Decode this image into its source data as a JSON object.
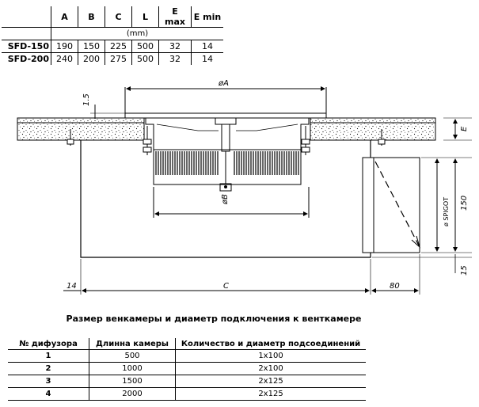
{
  "dimensions_table": {
    "headers": [
      "A",
      "B",
      "C",
      "L",
      "E max",
      "E min"
    ],
    "unit": "(mm)",
    "rows": [
      {
        "model": "SFD-150",
        "values": [
          "190",
          "150",
          "225",
          "500",
          "32",
          "14"
        ]
      },
      {
        "model": "SFD-200",
        "values": [
          "240",
          "200",
          "275",
          "500",
          "32",
          "14"
        ]
      }
    ]
  },
  "drawing": {
    "labels": {
      "thickness": "1.5",
      "diameter_a": "øA",
      "diameter_b": "øB",
      "dim_e": "E",
      "dim_150": "150",
      "spigot": "ø SPIGOT",
      "dim_14": "14",
      "dim_c": "C",
      "dim_80": "80",
      "dim_15": "15"
    }
  },
  "caption": "Размер венкамеры и диаметр подключения к венткамере",
  "plenum_table": {
    "headers": [
      "№ дифузора",
      "Длинна камеры",
      "Количество и диаметр подсоединений"
    ],
    "rows": [
      [
        "1",
        "500",
        "1x100"
      ],
      [
        "2",
        "1000",
        "2x100"
      ],
      [
        "3",
        "1500",
        "2x125"
      ],
      [
        "4",
        "2000",
        "2x125"
      ]
    ]
  }
}
